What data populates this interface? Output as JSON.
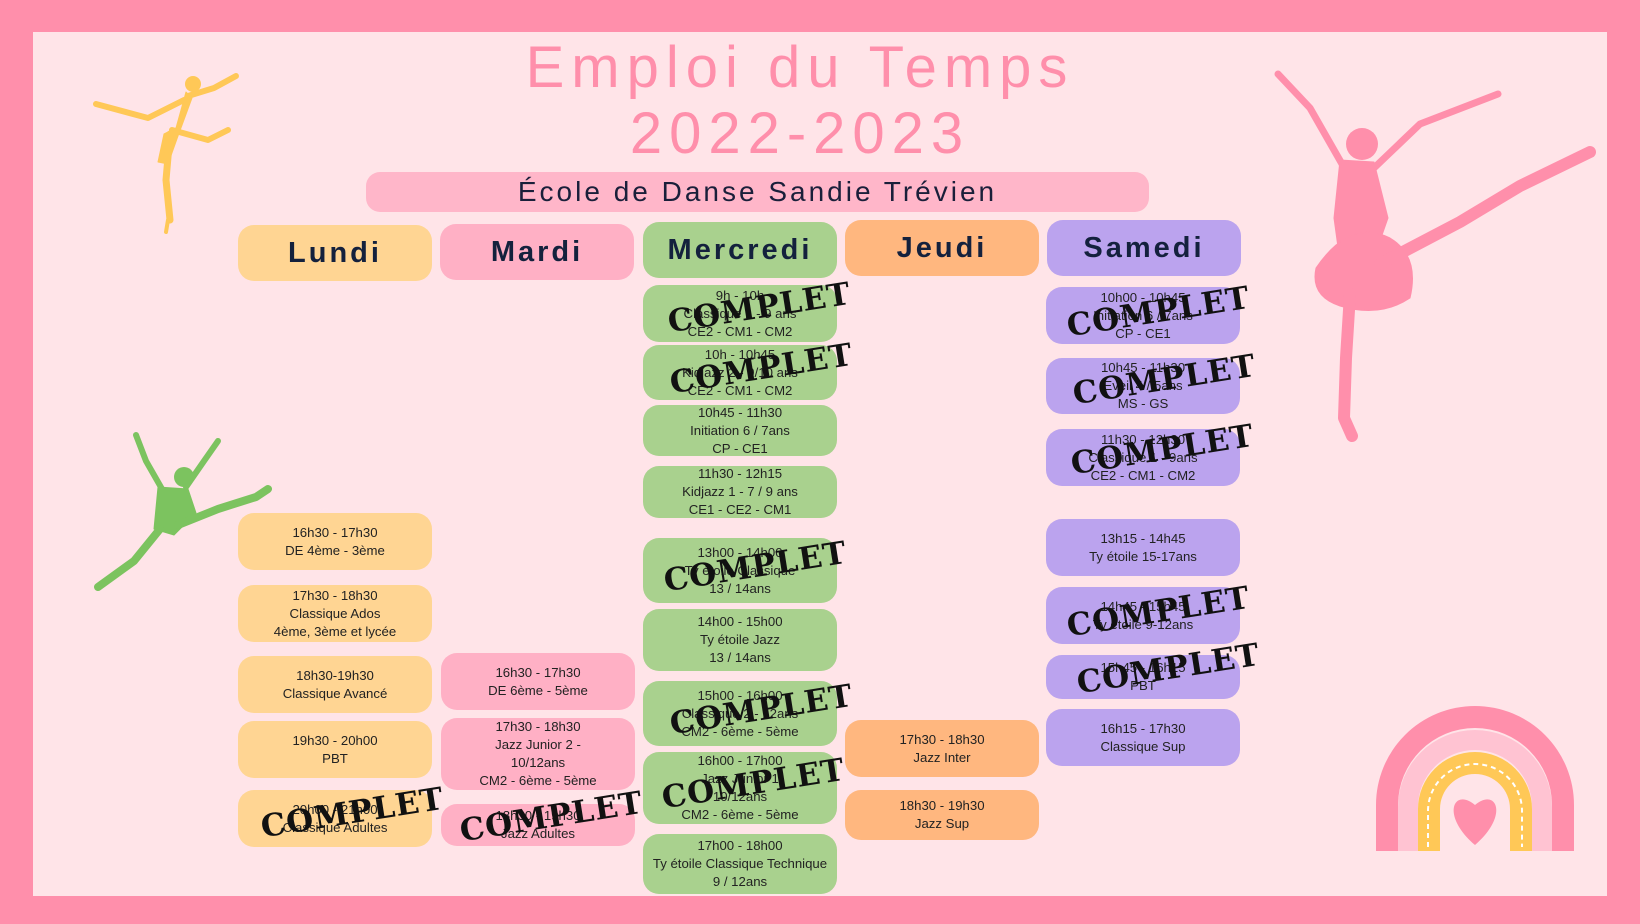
{
  "header": {
    "title_line1": "Emploi du Temps",
    "title_line2": "2022-2023",
    "school": "École de Danse Sandie Trévien"
  },
  "stamp_text": "COMPLET",
  "days": {
    "lundi": "Lundi",
    "mardi": "Mardi",
    "mercredi": "Mercredi",
    "jeudi": "Jeudi",
    "samedi": "Samedi"
  },
  "lundi": [
    {
      "lines": [
        "16h30 - 17h30",
        "DE 4ème - 3ème"
      ]
    },
    {
      "lines": [
        "17h30 - 18h30",
        "Classique  Ados",
        "4ème, 3ème et lycée"
      ]
    },
    {
      "lines": [
        "18h30-19h30",
        "Classique Avancé"
      ]
    },
    {
      "lines": [
        "19h30 - 20h00",
        "PBT"
      ]
    },
    {
      "lines": [
        "20h00 - 21h00",
        "Classique Adultes"
      ],
      "complet": true
    }
  ],
  "mardi": [
    {
      "lines": [
        "16h30 - 17h30",
        "DE 6ème - 5ème"
      ]
    },
    {
      "lines": [
        "17h30 - 18h30",
        "Jazz Junior 2 -",
        "10/12ans",
        "CM2 - 6ème - 5ème"
      ]
    },
    {
      "lines": [
        "18h30 - 19h30",
        "Jazz Adultes"
      ],
      "complet": true
    }
  ],
  "mercredi": [
    {
      "lines": [
        "9h - 10h",
        "Classique 1 - 9 ans",
        "CE2 - CM1 - CM2"
      ],
      "complet": true
    },
    {
      "lines": [
        "10h - 10h45",
        "Kidjazz 2 - 9/10 ans",
        "CE2 - CM1 - CM2"
      ],
      "complet": true
    },
    {
      "lines": [
        "10h45 - 11h30",
        "Initiation 6 / 7ans",
        "CP - CE1"
      ]
    },
    {
      "lines": [
        "11h30 - 12h15",
        "Kidjazz 1 -  7  / 9 ans",
        "CE1 - CE2 - CM1"
      ]
    },
    {
      "lines": [
        "13h00 - 14h00",
        "Ty étoile Classique",
        "13 / 14ans"
      ],
      "complet": true
    },
    {
      "lines": [
        "14h00 - 15h00",
        "Ty étoile Jazz",
        "13 / 14ans"
      ]
    },
    {
      "lines": [
        "15h00 - 16h00",
        "Classique 2 - 12ans",
        "CM2 - 6ème - 5ème"
      ],
      "complet": true
    },
    {
      "lines": [
        "16h00 - 17h00",
        "Jazz Junior 1",
        "10/12ans",
        "CM2 - 6ème - 5ème"
      ],
      "complet": true
    },
    {
      "lines": [
        "17h00 - 18h00",
        "Ty étoile Classique Technique",
        "9 / 12ans"
      ]
    }
  ],
  "jeudi": [
    {
      "lines": [
        "17h30 - 18h30",
        "Jazz Inter"
      ]
    },
    {
      "lines": [
        "18h30 - 19h30",
        "Jazz Sup"
      ]
    }
  ],
  "samedi": [
    {
      "lines": [
        "10h00 - 10h45",
        "Initiation 6 / 7ans",
        "CP - CE1"
      ],
      "complet": true
    },
    {
      "lines": [
        "10h45 - 11h30",
        "Eveil 4 / 5ans",
        "MS - GS"
      ],
      "complet": true
    },
    {
      "lines": [
        "11h30 - 12h30",
        "Classique 1 - 9ans",
        "CE2 - CM1 - CM2"
      ],
      "complet": true
    },
    {
      "lines": [
        "13h15 - 14h45",
        "Ty étoile 15-17ans"
      ]
    },
    {
      "lines": [
        "14h45 - 15h45",
        "Ty étoile 9-12ans"
      ],
      "complet": true
    },
    {
      "lines": [
        "15h45 - 16h15",
        "PBT"
      ],
      "complet": true
    },
    {
      "lines": [
        "16h15 - 17h30",
        "Classique Sup"
      ]
    }
  ],
  "colors": {
    "border": "#ff8fab",
    "background": "#ffe4e8",
    "lundi": "#ffd593",
    "mardi": "#ffb0c5",
    "mercredi": "#a9d18e",
    "jeudi": "#ffb77f",
    "samedi": "#bba3ee",
    "dancer_yellow": "#ffc857",
    "dancer_green": "#7cc35f",
    "dancer_pink": "#ff8fab"
  },
  "decorations": [
    "dancer-yellow-icon",
    "dancer-green-icon",
    "dancer-pink-icon",
    "rainbow-heart-icon"
  ]
}
